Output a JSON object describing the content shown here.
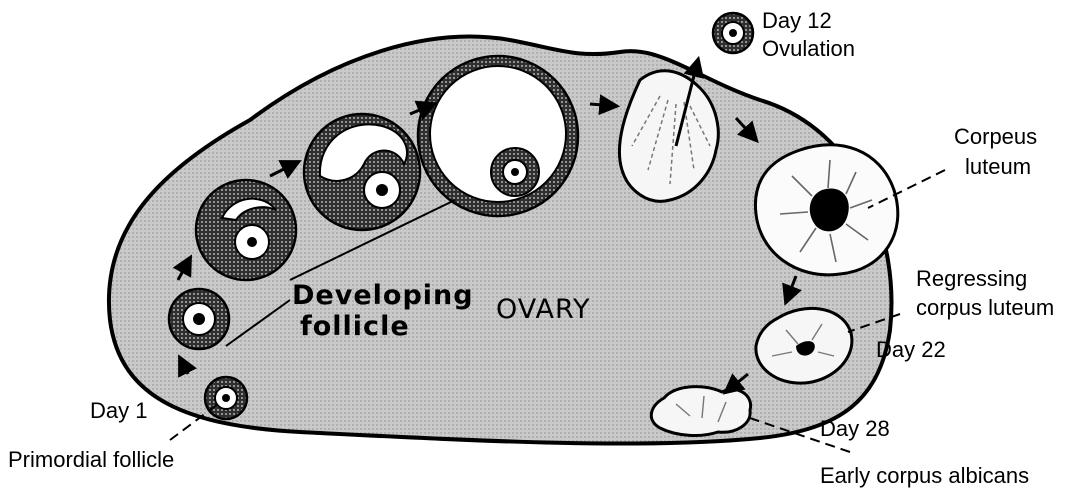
{
  "labels": {
    "day12": "Day 12",
    "ovulation": "Ovulation",
    "corpeus": "Corpeus",
    "luteum": "luteum",
    "regressing": "Regressing",
    "corpus_luteum": "corpus luteum",
    "day22": "Day 22",
    "developing": "Developing",
    "follicle": "follicle",
    "ovary": "OVARY",
    "day1": "Day 1",
    "primordial": "Primordial follicle",
    "day28": "Day 28",
    "albicans": "Early corpus albicans"
  },
  "colors": {
    "ovary_fill": "#c9c9c9",
    "outline": "#000000",
    "tissue": "#3c3c3c"
  }
}
